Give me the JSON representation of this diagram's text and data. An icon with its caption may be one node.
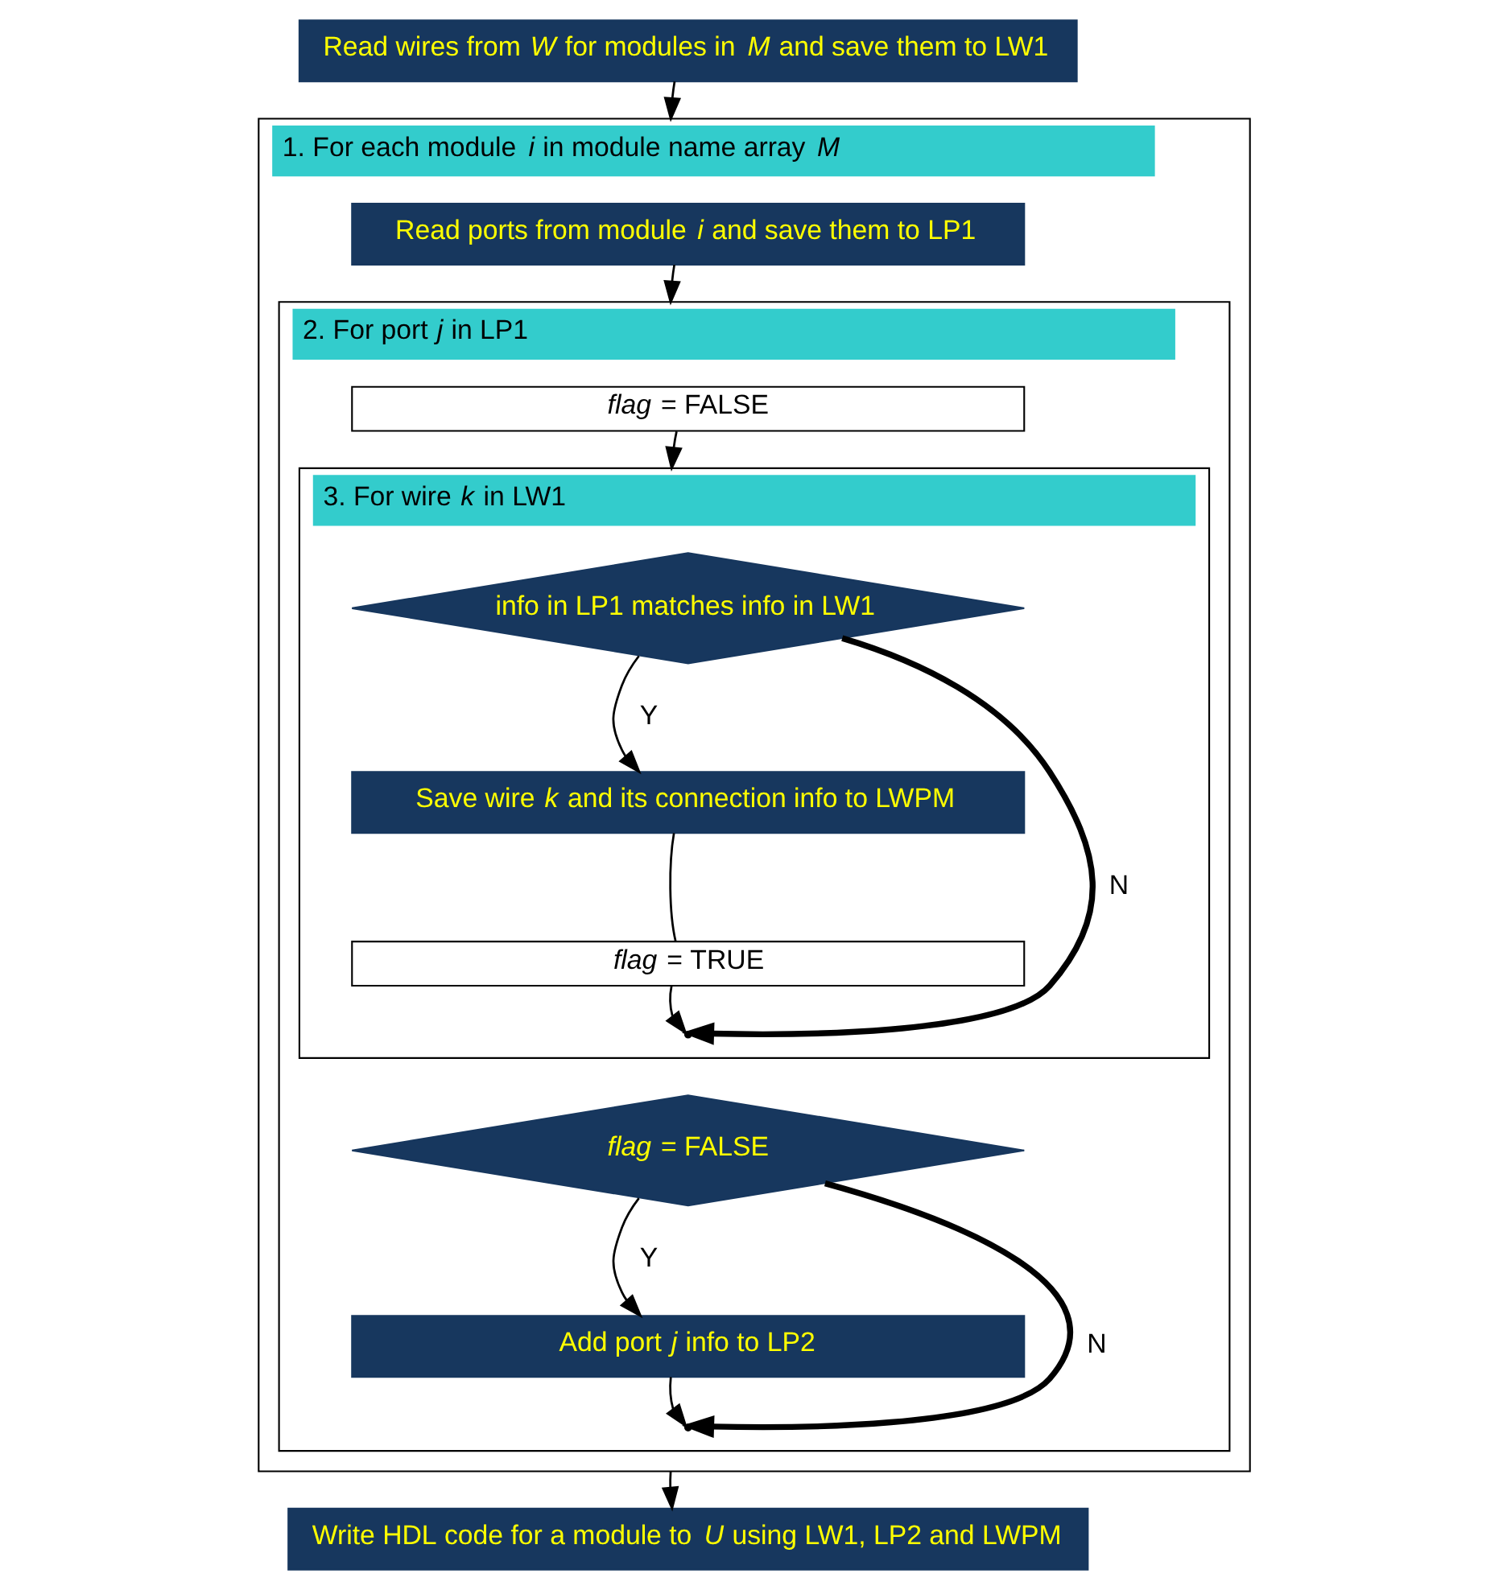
{
  "diagram": {
    "nodes": [
      {
        "text": [
          "Read wires from *W* for modules in *M* and save them to LW1"
        ]
      },
      {
        "text": [
          "1. For each module *i* in module name array *M*"
        ]
      },
      {
        "text": [
          "Read ports from module *i* and save them to LP1"
        ],
        "in": 1
      },
      {
        "text": [
          "2. For port *j* in LP1"
        ],
        "in": 1
      },
      {
        "text": [
          "*flag* = FALSE"
        ],
        "in": 3
      },
      {
        "text": [
          "3. For wire *k* in LW1"
        ],
        "in": 3
      },
      {
        "text": [
          "info in LP1 matches info in LW1"
        ],
        "in": 5
      },
      {
        "text": [
          "Save wire *k* and its connection info to LWPM"
        ],
        "in": 5
      },
      {
        "text": [
          "*flag* = TRUE"
        ],
        "in": 5
      },
      {
        "text": [
          "*flag* = FALSE"
        ],
        "in": 3
      },
      {
        "text": [
          "Add port *j* info to LP2"
        ],
        "in": 3
      },
      {
        "text": [
          "Write HDL code for a module to *U* using LW1, LP2 and LWPM"
        ]
      }
    ],
    "edges": [
      {
        "from": 0,
        "to": 1,
        "arrow": "to"
      },
      {
        "from": 2,
        "to": 3,
        "arrow": "to"
      },
      {
        "from": 4,
        "to": 5,
        "arrow": "to"
      },
      {
        "from": 6,
        "to": 7,
        "arrow": "to",
        "label": "Y"
      },
      {
        "from": 7,
        "to": 8,
        "arrow": "none"
      },
      {
        "from": 8,
        "to": null,
        "arrow": "to"
      },
      {
        "from": 6,
        "to": null,
        "arrow": "to",
        "label": "N",
        "style": "thick"
      },
      {
        "from": 9,
        "to": 10,
        "arrow": "to",
        "label": "Y"
      },
      {
        "from": 10,
        "to": null,
        "arrow": "to"
      },
      {
        "from": 9,
        "to": null,
        "arrow": "to",
        "label": "N",
        "style": "thick"
      },
      {
        "from": 1,
        "to": 11,
        "arrow": "to"
      }
    ]
  }
}
